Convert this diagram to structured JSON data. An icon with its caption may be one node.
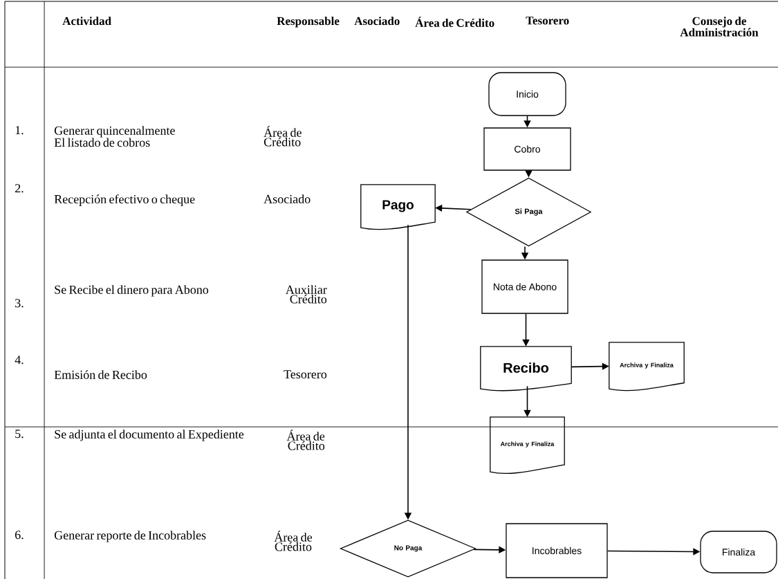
{
  "diagram": {
    "nodes": [
      {
        "text": [
          "Inicio"
        ]
      },
      {
        "text": [
          "Cobro"
        ]
      },
      {
        "text": [
          "Si Paga"
        ]
      },
      {
        "text": [
          "Pago"
        ]
      },
      {
        "text": [
          "Nota de Abono"
        ]
      },
      {
        "text": [
          "Recibo"
        ]
      },
      {
        "text": [
          "Archiva y Finaliza"
        ]
      },
      {
        "text": [
          "Archiva y Finaliza"
        ]
      },
      {
        "text": [
          "No Paga"
        ]
      },
      {
        "text": [
          "Incobrables"
        ]
      },
      {
        "text": [
          "Finaliza"
        ]
      }
    ],
    "edges": [
      {
        "from": 0,
        "to": 1,
        "arrow": "to"
      },
      {
        "from": 1,
        "to": 2,
        "arrow": "to"
      },
      {
        "from": 2,
        "to": 3,
        "arrow": "to"
      },
      {
        "from": 2,
        "to": 4,
        "arrow": "to"
      },
      {
        "from": 4,
        "to": 5,
        "arrow": "to"
      },
      {
        "from": 5,
        "to": 6,
        "arrow": "to"
      },
      {
        "from": 5,
        "to": 7,
        "arrow": "to"
      },
      {
        "from": 3,
        "to": 8,
        "arrow": "to"
      },
      {
        "from": 8,
        "to": 9,
        "arrow": "to"
      },
      {
        "from": 9,
        "to": 10,
        "arrow": "to"
      }
    ],
    "labels": [
      "Actividad",
      "Responsable",
      "Asociado",
      "Área de Crédito",
      "Tesorero",
      "Consejo de Administración",
      "1.",
      "Generar quincenalmente El listado de cobros",
      "Área de Crédito",
      "2.",
      "Recepción efectivo o cheque",
      "Asociado",
      "3.",
      "Se Recibe el dinero para Abono",
      "Auxiliar Crédito",
      "4.",
      "Emisión de Recibo",
      "Tesorero",
      "5.",
      "Se adjunta el documento al Expediente",
      "Área de Crédito",
      "6.",
      "Generar reporte de Incobrables",
      "Área de Crédito"
    ]
  }
}
